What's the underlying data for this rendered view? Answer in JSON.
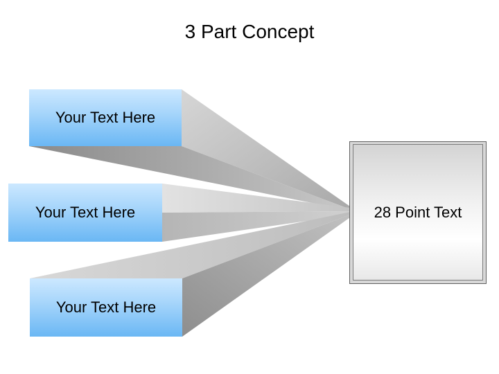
{
  "title": "3 Part Concept",
  "inputs": [
    {
      "label": "Your Text Here"
    },
    {
      "label": "Your Text Here"
    },
    {
      "label": "Your Text Here"
    }
  ],
  "result": {
    "label": "28 Point Text"
  },
  "colors": {
    "input_box_top": "#cce8ff",
    "input_box_bottom": "#6ab7f4",
    "connector_light": "#d4d4d4",
    "connector_dark": "#8c8c8c",
    "result_border": "#606060"
  }
}
